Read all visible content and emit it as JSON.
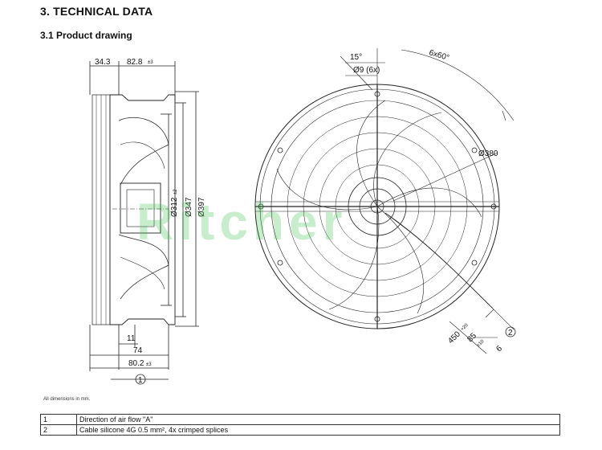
{
  "header": {
    "title": "3. TECHNICAL DATA",
    "subtitle": "3.1 Product drawing"
  },
  "side_view": {
    "dim_top_left": "34.3",
    "dim_top_right": "82.8",
    "dim_top_right_tol": "±3",
    "dim_d312": "Ø312",
    "dim_d312_tol": "±2",
    "dim_d347": "Ø347",
    "dim_d397": "Ø397",
    "dim_11": "11",
    "dim_74": "74",
    "dim_80": "80.2",
    "dim_80_tol": "±3",
    "callout": "1"
  },
  "front_view": {
    "angle_15": "15°",
    "holes": "Ø9 (6x)",
    "angle_6x60": "6x60°",
    "dim_d380": "Ø380",
    "cable_450": "450",
    "cable_450_tol": "+20",
    "cable_85": "85",
    "cable_85_tol": "±10",
    "cable_6": "6",
    "callout": "2"
  },
  "watermark": {
    "text": "Ritcher",
    "color": "#3bbf4a"
  },
  "footnote": "All dimensions in mm.",
  "notes": [
    {
      "num": "1",
      "text": "Direction of air flow \"A\""
    },
    {
      "num": "2",
      "text": "Cable silicone 4G 0.5 mm², 4x crimped splices"
    }
  ],
  "colors": {
    "line": "#222222",
    "watermark": "#3bbf4a"
  }
}
